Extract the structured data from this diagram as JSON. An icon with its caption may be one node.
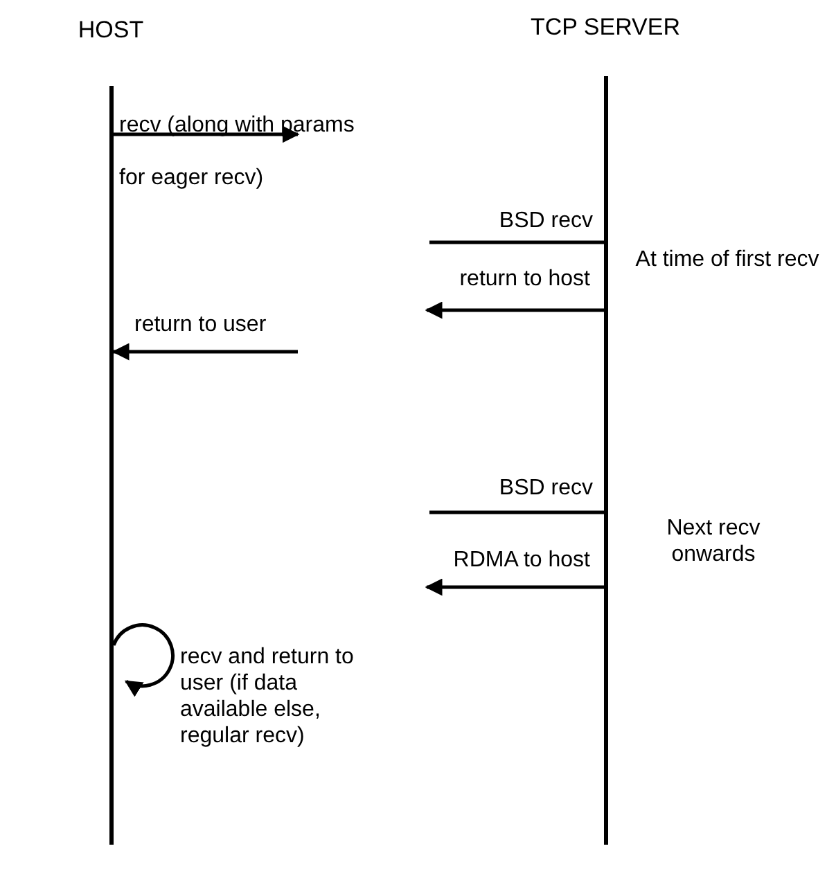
{
  "diagram": {
    "nodes": [
      {
        "text": [
          "HOST"
        ]
      },
      {
        "text": [
          "TCP SERVER"
        ]
      }
    ],
    "edges": [
      {
        "from": 0,
        "to": null,
        "arrow": "to",
        "label": "recv (along with params for eager recv)"
      },
      {
        "from": 1,
        "to": null,
        "arrow": "none",
        "label": "BSD recv"
      },
      {
        "from": 1,
        "to": null,
        "arrow": "to",
        "label": "return to host"
      },
      {
        "from": null,
        "to": 0,
        "arrow": "to",
        "label": "return to user"
      },
      {
        "from": 1,
        "to": null,
        "arrow": "none",
        "label": "BSD recv"
      },
      {
        "from": 1,
        "to": null,
        "arrow": "to",
        "label": "RDMA to host"
      },
      {
        "from": 0,
        "to": 0,
        "arrow": "to",
        "label": "recv and return to user (if data available else, regular recv)"
      }
    ],
    "labels": [
      "At time of first recv",
      "Next recv onwards"
    ]
  }
}
